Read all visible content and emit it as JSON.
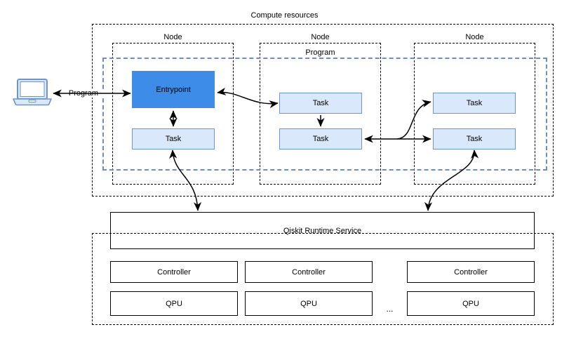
{
  "diagram": {
    "title": "Compute resources",
    "client": {
      "icon": "laptop-icon",
      "connection_label": "Program"
    },
    "program_boundary_label": "Program",
    "nodes": [
      {
        "label": "Node",
        "blocks": [
          {
            "label": "Entrypoint",
            "kind": "entrypoint"
          },
          {
            "label": "Task",
            "kind": "task"
          }
        ]
      },
      {
        "label": "Node",
        "blocks": [
          {
            "label": "Task",
            "kind": "task"
          },
          {
            "label": "Task",
            "kind": "task"
          }
        ]
      },
      {
        "label": "Node",
        "blocks": [
          {
            "label": "Task",
            "kind": "task"
          },
          {
            "label": "Task",
            "kind": "task"
          }
        ]
      }
    ],
    "service": {
      "label": "Qiskit Runtime Service"
    },
    "controllers": [
      {
        "label": "Controller"
      },
      {
        "label": "Controller"
      },
      {
        "label": "Controller"
      }
    ],
    "qpus": [
      {
        "label": "QPU"
      },
      {
        "label": "QPU"
      },
      {
        "label": "QPU"
      }
    ],
    "ellipsis": "...",
    "colors": {
      "entrypoint_fill": "#3d8ce8",
      "task_fill": "#dae8fc",
      "task_stroke": "#7094c4",
      "program_boundary": "#6c8ebf",
      "outline": "#000000"
    }
  }
}
